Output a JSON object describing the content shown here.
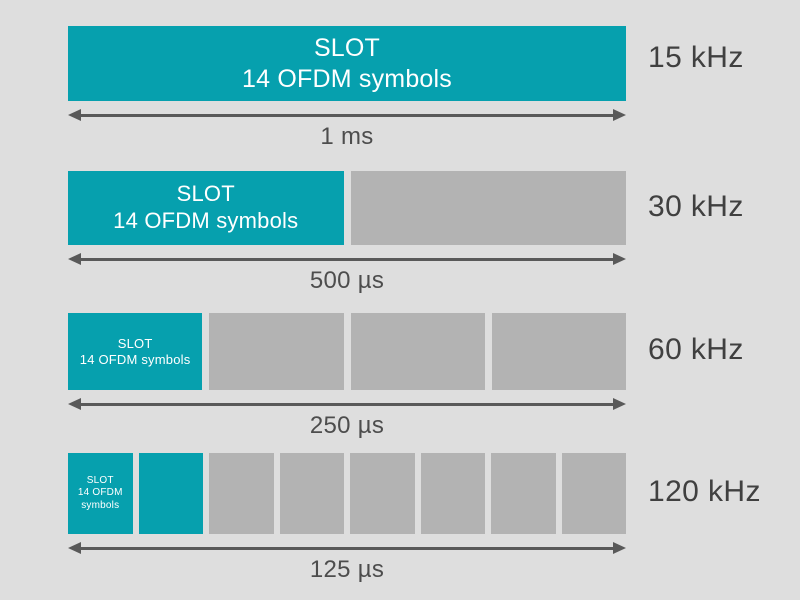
{
  "figure": {
    "background_color": "#dedede",
    "slot_color": "#06a0ae",
    "empty_color": "#b3b3b3",
    "arrow_color": "#595959",
    "label_color": "#404040"
  },
  "rows": [
    {
      "id": "numerology-15khz",
      "frequency_label": "15 kHz",
      "duration_label": "1 ms",
      "slot_lines": [
        "SLOT",
        "14 OFDM symbols"
      ],
      "total_blocks": 1,
      "slot_blocks": 1,
      "blocks": [
        {
          "type": "slot",
          "lines": [
            "SLOT",
            "14 OFDM symbols"
          ]
        }
      ]
    },
    {
      "id": "numerology-30khz",
      "frequency_label": "30 kHz",
      "duration_label": "500 µs",
      "slot_lines": [
        "SLOT",
        "14 OFDM symbols"
      ],
      "total_blocks": 2,
      "slot_blocks": 1,
      "blocks": [
        {
          "type": "slot",
          "lines": [
            "SLOT",
            "14 OFDM symbols"
          ]
        },
        {
          "type": "empty",
          "lines": []
        }
      ]
    },
    {
      "id": "numerology-60khz",
      "frequency_label": "60 kHz",
      "duration_label": "250 µs",
      "slot_lines": [
        "SLOT",
        "14 OFDM symbols"
      ],
      "total_blocks": 4,
      "slot_blocks": 1,
      "blocks": [
        {
          "type": "slot",
          "lines": [
            "SLOT",
            "14 OFDM symbols"
          ]
        },
        {
          "type": "empty",
          "lines": []
        },
        {
          "type": "empty",
          "lines": []
        },
        {
          "type": "empty",
          "lines": []
        }
      ]
    },
    {
      "id": "numerology-120khz",
      "frequency_label": "120 kHz",
      "duration_label": "125 µs",
      "slot_lines": [
        "SLOT",
        "14 OFDM",
        "symbols"
      ],
      "total_blocks": 8,
      "slot_blocks": 2,
      "blocks": [
        {
          "type": "slot",
          "lines": [
            "SLOT",
            "14 OFDM",
            "symbols"
          ]
        },
        {
          "type": "slot",
          "lines": []
        },
        {
          "type": "empty",
          "lines": []
        },
        {
          "type": "empty",
          "lines": []
        },
        {
          "type": "empty",
          "lines": []
        },
        {
          "type": "empty",
          "lines": []
        },
        {
          "type": "empty",
          "lines": []
        },
        {
          "type": "empty",
          "lines": []
        }
      ]
    }
  ]
}
